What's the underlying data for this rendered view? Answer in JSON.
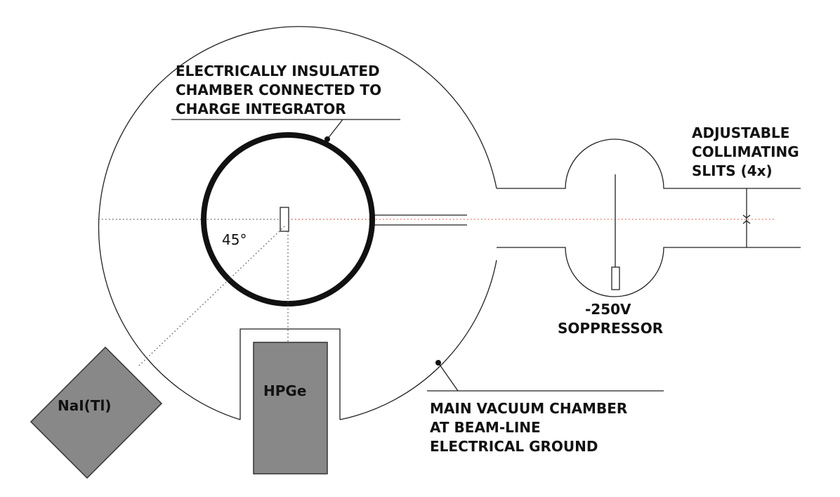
{
  "labels": {
    "insulated_chamber": [
      "ELECTRICALLY INSULATED",
      "CHAMBER CONNECTED TO",
      "CHARGE INTEGRATOR"
    ],
    "slits": [
      "ADJUSTABLE",
      "COLLIMATING",
      "SLITS (4x)"
    ],
    "suppressor": [
      "-250V",
      "SOPPRESSOR"
    ],
    "main_chamber": [
      "MAIN VACUUM CHAMBER",
      "AT BEAM-LINE",
      "ELECTRICAL GROUND"
    ],
    "angle": "45°",
    "detector_hpge": "HPGe",
    "detector_nai": "NaI(Tl)"
  },
  "colors": {
    "line": "#222222",
    "thick_ring": "#111111",
    "detector_fill": "#888888",
    "beam": "#e05a4a",
    "dotted": "#555555"
  }
}
